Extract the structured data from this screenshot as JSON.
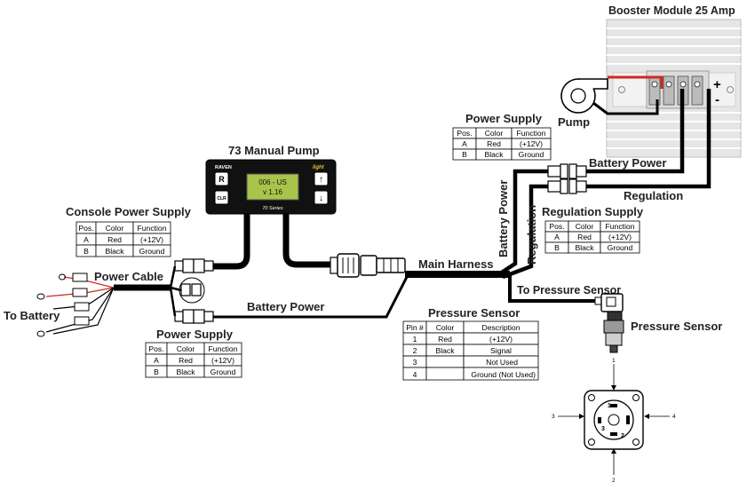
{
  "labels": {
    "booster_module": "Booster Module 25 Amp",
    "pump": "Pump",
    "plus": "+",
    "minus": "-",
    "manual_pump": "73 Manual Pump",
    "console_power_supply": "Console Power Supply",
    "power_cable": "Power Cable",
    "to_battery": "To Battery",
    "battery_power_bottom": "Battery Power",
    "main_harness": "Main Harness",
    "battery_power_vertical": "Battery Power",
    "regulation_vertical": "Regulation",
    "battery_power_top": "Battery Power",
    "regulation_top": "Regulation",
    "to_pressure_sensor": "To Pressure Sensor",
    "pressure_sensor_right": "Pressure Sensor"
  },
  "console": {
    "brand": "RAVEN",
    "badge": "light",
    "screen_line1": "006 - US",
    "screen_line2": "v 1.16",
    "series": "70 Series",
    "btn_left_top": "R",
    "btn_left_bottom": "CLR",
    "btn_right_top": "↑",
    "btn_right_bottom": "↓"
  },
  "tables": {
    "power_supply_top": {
      "title": "Power Supply",
      "headers": [
        "Pos.",
        "Color",
        "Function"
      ],
      "rows": [
        [
          "A",
          "Red",
          "(+12V)"
        ],
        [
          "B",
          "Black",
          "Ground"
        ]
      ]
    },
    "console_power_supply": {
      "title": "",
      "headers": [
        "Pos.",
        "Color",
        "Function"
      ],
      "rows": [
        [
          "A",
          "Red",
          "(+12V)"
        ],
        [
          "B",
          "Black",
          "Ground"
        ]
      ]
    },
    "power_supply_bottom": {
      "title": "Power Supply",
      "headers": [
        "Pos.",
        "Color",
        "Function"
      ],
      "rows": [
        [
          "A",
          "Red",
          "(+12V)"
        ],
        [
          "B",
          "Black",
          "Ground"
        ]
      ]
    },
    "regulation_supply": {
      "title": "Regulation Supply",
      "headers": [
        "Pos.",
        "Color",
        "Function"
      ],
      "rows": [
        [
          "A",
          "Red",
          "(+12V)"
        ],
        [
          "B",
          "Black",
          "Ground"
        ]
      ]
    },
    "pressure_sensor": {
      "title": "Pressure Sensor",
      "headers": [
        "Pin #",
        "Color",
        "Description"
      ],
      "rows": [
        [
          "1",
          "Red",
          "(+12V)"
        ],
        [
          "2",
          "Black",
          "Signal"
        ],
        [
          "3",
          "",
          "Not Used"
        ],
        [
          "4",
          "",
          "Ground (Not Used)"
        ]
      ]
    }
  },
  "pins": {
    "p1": "1",
    "p2": "2",
    "p3": "3",
    "p4": "4"
  },
  "colors": {
    "wire": "#000000",
    "red_wire": "#d0281e",
    "module": "#e4e4e4"
  }
}
